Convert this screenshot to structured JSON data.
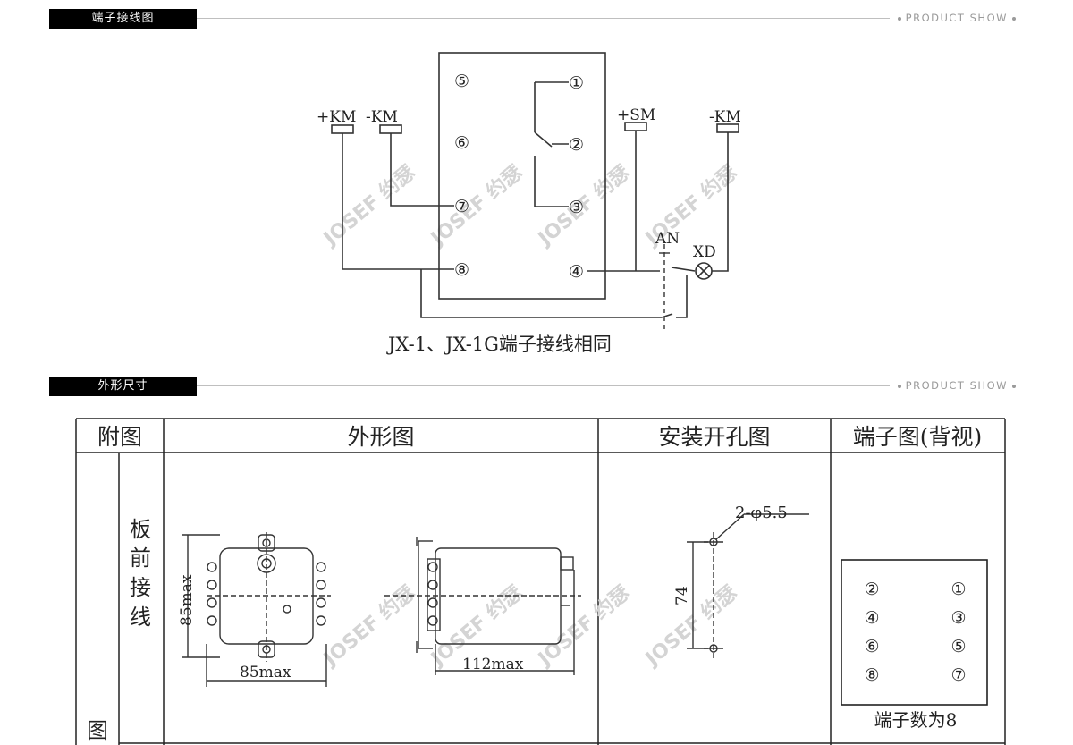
{
  "sections": [
    {
      "title": "端子接线图",
      "tag": "PRODUCT SHOW"
    },
    {
      "title": "外形尺寸",
      "tag": "PRODUCT SHOW"
    }
  ],
  "wiring": {
    "supply_labels": [
      "+KM",
      "-KM",
      "+SM",
      "-KM"
    ],
    "button_label": "AN",
    "lamp_label": "XD",
    "terminals": [
      "①",
      "②",
      "③",
      "④",
      "⑤",
      "⑥",
      "⑦",
      "⑧"
    ],
    "caption": "JX-1、JX-1G端子接线相同"
  },
  "table": {
    "headers": [
      "附图",
      "外形图",
      "安装开孔图",
      "端子图(背视)"
    ],
    "side_label": "图",
    "row_label_chars": [
      "板",
      "前",
      "接",
      "线"
    ],
    "outline_dims": {
      "height": "85max",
      "width": "85max",
      "depth": "112max"
    },
    "mount": {
      "hole_spec": "2-φ5.5",
      "spacing": "74"
    },
    "terminal_grid": [
      [
        "②",
        "①"
      ],
      [
        "④",
        "③"
      ],
      [
        "⑥",
        "⑤"
      ],
      [
        "⑧",
        "⑦"
      ]
    ],
    "terminal_count": "端子数为8"
  },
  "watermark": "JOSEF 约瑟"
}
